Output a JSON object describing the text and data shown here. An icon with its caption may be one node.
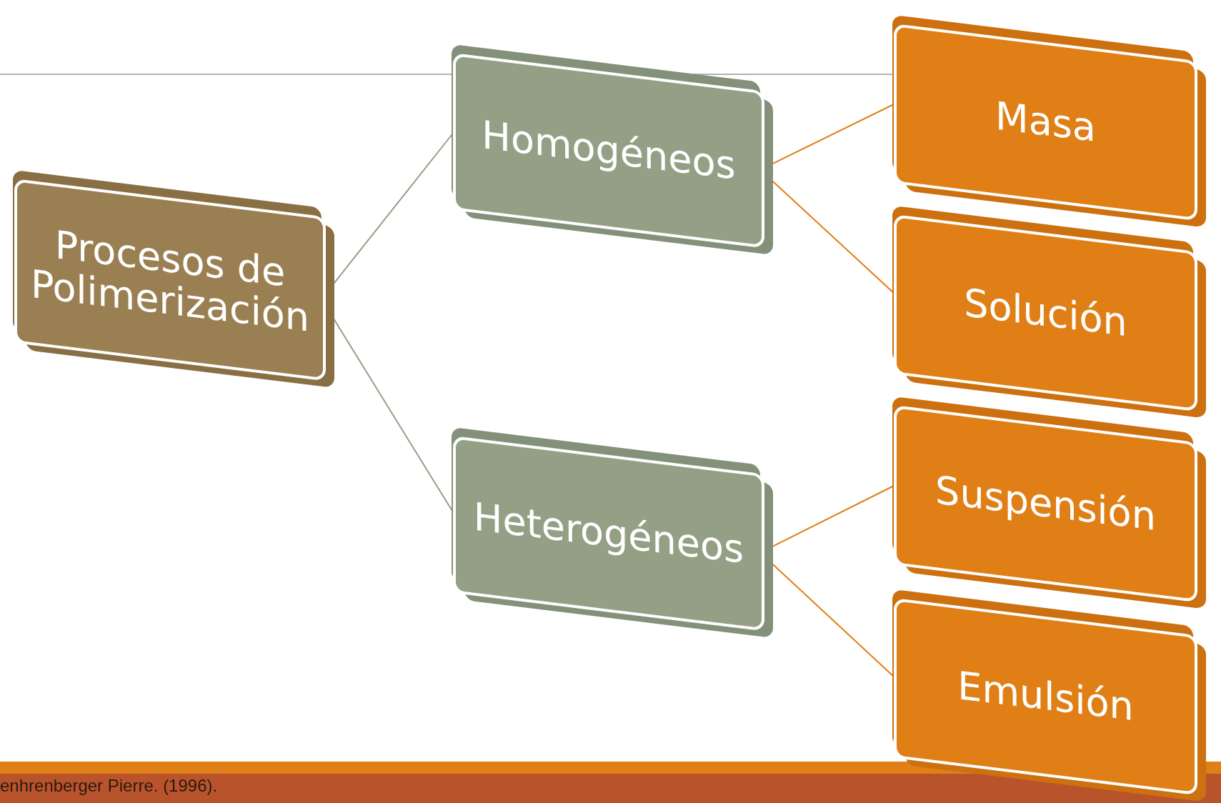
{
  "diagram": {
    "nodes": [
      {
        "text": [
          "Procesos de Polimerización"
        ]
      },
      {
        "text": [
          "Homogéneos"
        ]
      },
      {
        "text": [
          "Heterogéneos"
        ]
      },
      {
        "text": [
          "Masa"
        ]
      },
      {
        "text": [
          "Solución"
        ]
      },
      {
        "text": [
          "Suspensión"
        ]
      },
      {
        "text": [
          "Emulsión"
        ]
      }
    ],
    "edges": [
      {
        "from": 0,
        "to": 1,
        "arrow": "none",
        "color": "#93a085"
      },
      {
        "from": 0,
        "to": 2,
        "arrow": "none",
        "color": "#93a085"
      },
      {
        "from": 1,
        "to": 3,
        "arrow": "none"
      },
      {
        "from": 1,
        "to": 4,
        "arrow": "none"
      },
      {
        "from": 2,
        "to": 5,
        "arrow": "none"
      },
      {
        "from": 2,
        "to": 6,
        "arrow": "none"
      }
    ],
    "labels": [
      "enhrenberger Pierre. (1996)."
    ]
  }
}
